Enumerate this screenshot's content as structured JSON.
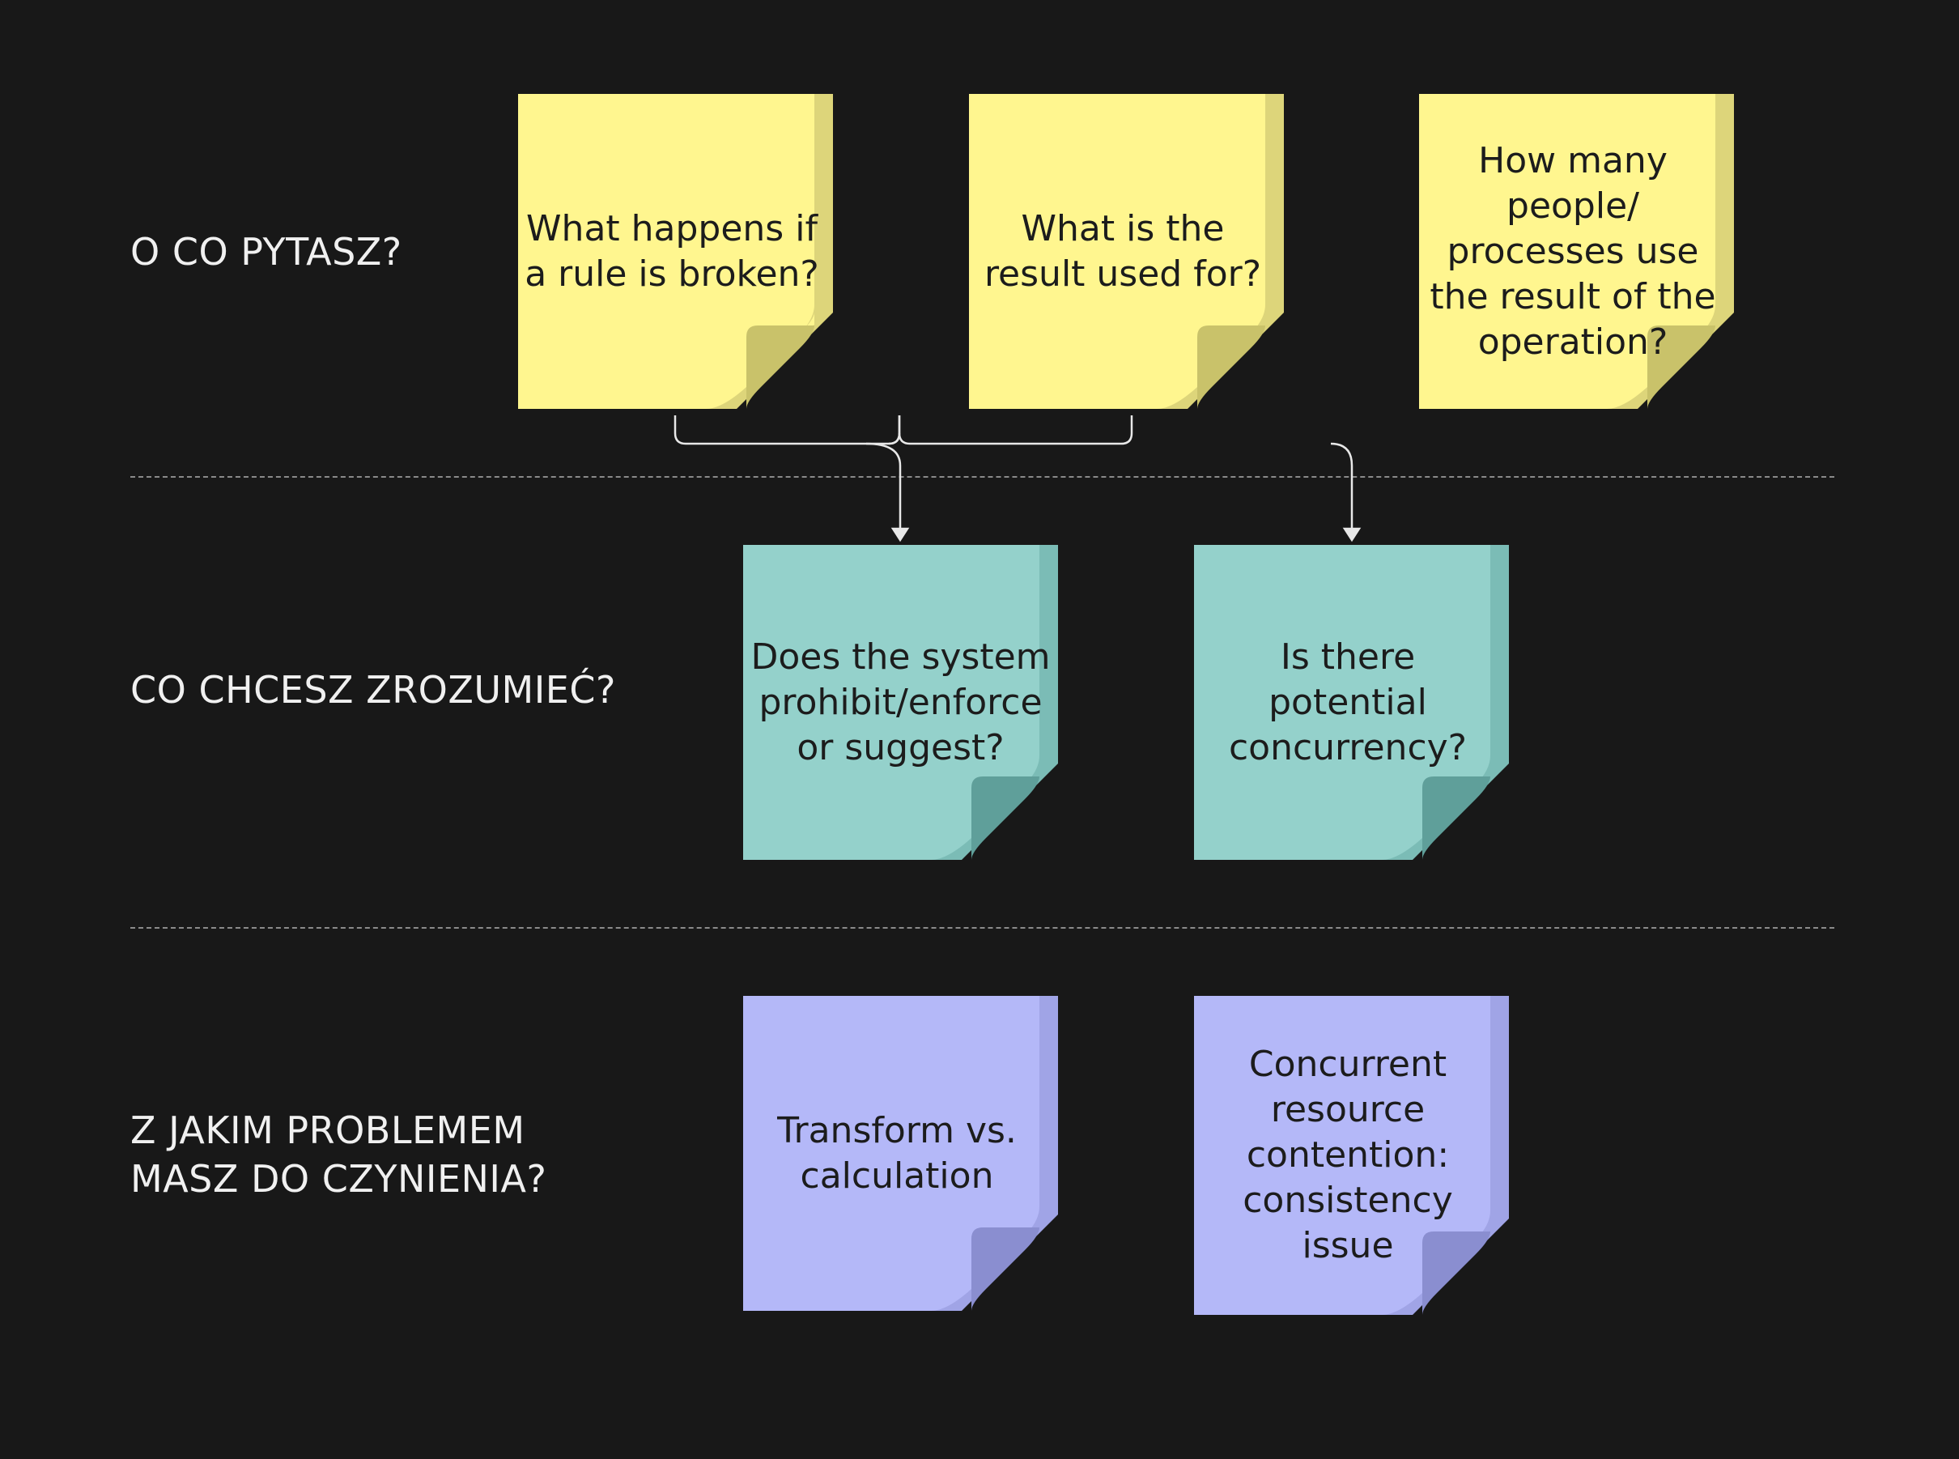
{
  "rows": [
    {
      "label": "O CO PYTASZ?"
    },
    {
      "label": "CO CHCESZ ZROZUMIEĆ?"
    },
    {
      "label": "Z JAKIM PROBLEMEM\nMASZ DO CZYNIENIA?"
    }
  ],
  "notes": {
    "question_rule_broken": "What happens if a rule is broken?",
    "question_result_used": "What is the result used for?",
    "question_how_many": "How many people/ processes use the result of the operation?",
    "understand_enforce": "Does the system prohibit/enforce or suggest?",
    "understand_concurrency": "Is there potential concurrency?",
    "problem_transform": "Transform vs. calculation",
    "problem_contention": "Concurrent resource contention: consistency issue"
  },
  "colors": {
    "background": "#181818",
    "yellow": "#fff68f",
    "yellow_edge": "#ddd57a",
    "yellow_fold": "#c9c26a",
    "teal": "#94d1cb",
    "teal_edge": "#7bbcb6",
    "teal_fold": "#5f9f9a",
    "purple": "#b4b8f8",
    "purple_edge": "#a0a4e6",
    "purple_fold": "#8a8ed0",
    "connector": "#e8e8e8"
  }
}
